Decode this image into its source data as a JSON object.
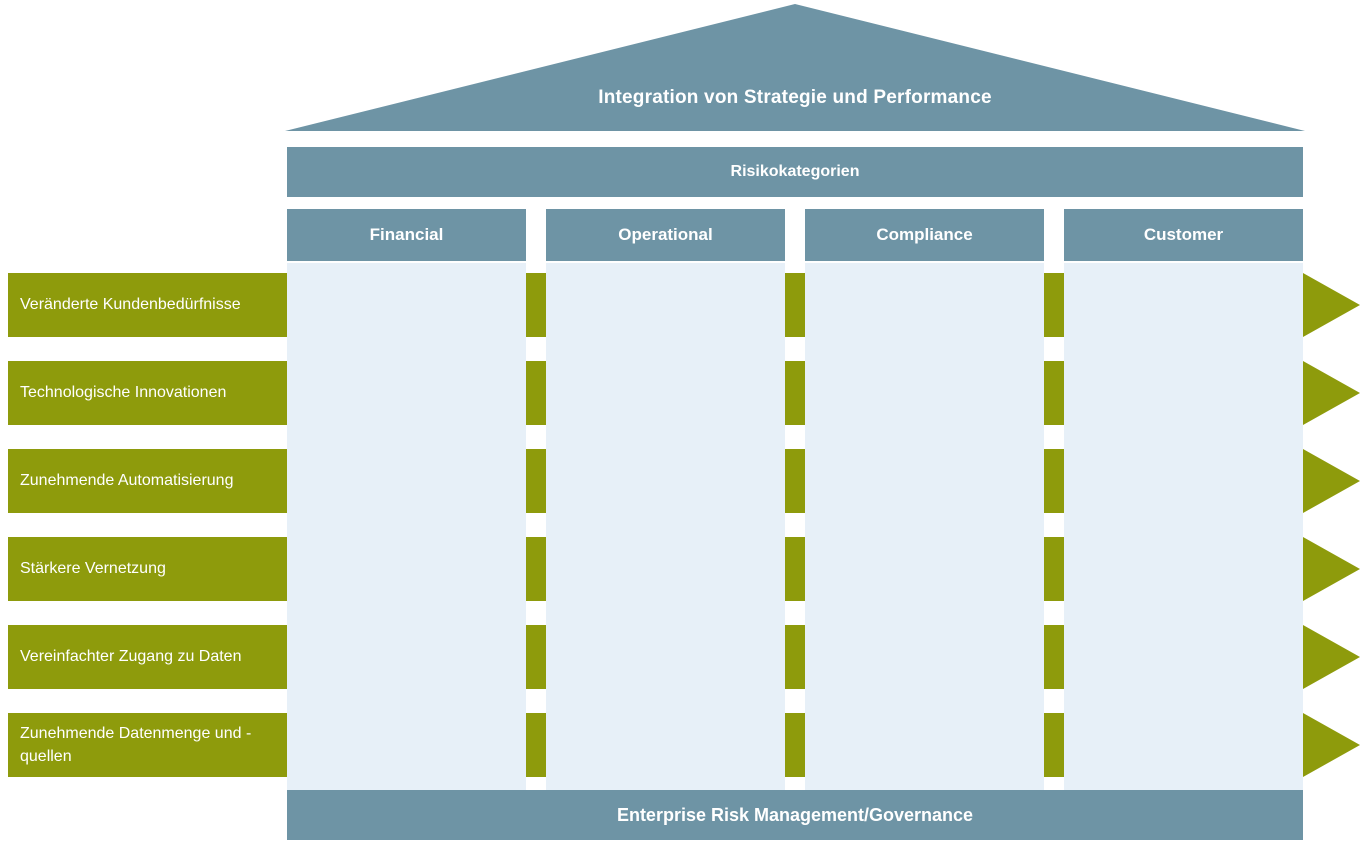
{
  "roof": {
    "title": "Integration von Strategie und Performance"
  },
  "risk_categories_bar": {
    "label": "Risikokategorien"
  },
  "columns": [
    {
      "label": "Financial"
    },
    {
      "label": "Operational"
    },
    {
      "label": "Compliance"
    },
    {
      "label": "Customer"
    }
  ],
  "drivers": [
    {
      "label": "Veränderte Kundenbedürfnisse"
    },
    {
      "label": "Technologische Innovationen"
    },
    {
      "label": "Zunehmende Automatisierung"
    },
    {
      "label": "Stärkere Vernetzung"
    },
    {
      "label": "Vereinfachter Zugang zu Daten"
    },
    {
      "label": "Zunehmende Datenmenge und -quellen"
    }
  ],
  "footer": {
    "label": "Enterprise Risk Management/Governance"
  },
  "colors": {
    "blue": "#6e94a5",
    "light_blue": "#e7f0f8",
    "olive": "#8e9b0c",
    "text": "#ffffff"
  }
}
